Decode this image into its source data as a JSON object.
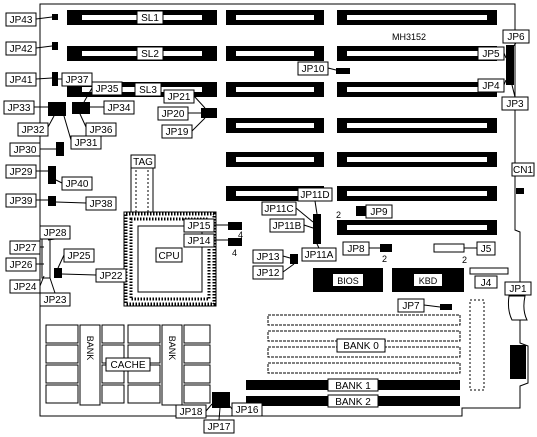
{
  "board": {
    "model": "MH3152",
    "slots": {
      "sl1": "SL1",
      "sl2": "SL2",
      "sl3": "SL3"
    },
    "jumpers": {
      "jp1": "JP1",
      "jp3": "JP3",
      "jp4": "JP4",
      "jp5": "JP5",
      "jp6": "JP6",
      "jp7": "JP7",
      "jp8": "JP8",
      "jp9": "JP9",
      "jp10": "JP10",
      "jp11a": "JP11A",
      "jp11b": "JP11B",
      "jp11c": "JP11C",
      "jp11d": "JP11D",
      "jp12": "JP12",
      "jp13": "JP13",
      "jp14": "JP14",
      "jp15": "JP15",
      "jp16": "JP16",
      "jp17": "JP17",
      "jp18": "JP18",
      "jp19": "JP19",
      "jp20": "JP20",
      "jp21": "JP21",
      "jp22": "JP22",
      "jp23": "JP23",
      "jp24": "JP24",
      "jp25": "JP25",
      "jp26": "JP26",
      "jp27": "JP27",
      "jp28": "JP28",
      "jp29": "JP29",
      "jp30": "JP30",
      "jp31": "JP31",
      "jp32": "JP32",
      "jp33": "JP33",
      "jp34": "JP34",
      "jp35": "JP35",
      "jp36": "JP36",
      "jp37": "JP37",
      "jp38": "JP38",
      "jp39": "JP39",
      "jp40": "JP40",
      "jp41": "JP41",
      "jp42": "JP42",
      "jp43": "JP43"
    },
    "connectors": {
      "j4": "J4",
      "j5": "J5",
      "cn1": "CN1"
    },
    "chips": {
      "cpu": "CPU",
      "bios": "BIOS",
      "kbd": "KBD",
      "tag": "TAG",
      "cache": "CACHE"
    },
    "banks": {
      "bank0": "BANK 0",
      "bank1": "BANK 1",
      "bank2": "BANK 2",
      "bank_vertical": "BANK"
    },
    "pin_marks": {
      "jp15_pin": "4",
      "jp14_pin": "4",
      "jp9_pin": "2",
      "jp8_pin": "2",
      "j5_pin": "2"
    }
  }
}
